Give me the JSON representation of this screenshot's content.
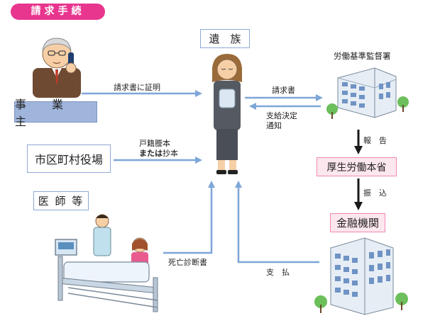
{
  "title": "請求手続",
  "nodes": {
    "family": "遺　族",
    "employer": "事　業　主",
    "city_office": "市区町村役場",
    "doctor": "医 師 等",
    "labor_office": "労働基準監督署",
    "mhlw": "厚生労働本省",
    "bank": "金融機関"
  },
  "edges": {
    "employer_to_family": "請求書に証明",
    "city_to_family_line1": "戸籍謄本",
    "city_to_family_line2a": "または",
    "city_to_family_line2b": "抄本",
    "family_to_office": "請求書",
    "office_to_family_line1": "支給決定",
    "office_to_family_line2": "通知",
    "office_to_mhlw": "報　告",
    "mhlw_to_bank": "振　込",
    "doctor_to_family": "死亡診断書",
    "bank_to_family": "支　払"
  },
  "colors": {
    "title_bg": "#e8368e",
    "arrow_blue": "#7ea6d8",
    "arrow_black": "#1a1a1a",
    "employer_box": "#9fb5dc",
    "pink_box_border": "#f08ab5"
  }
}
